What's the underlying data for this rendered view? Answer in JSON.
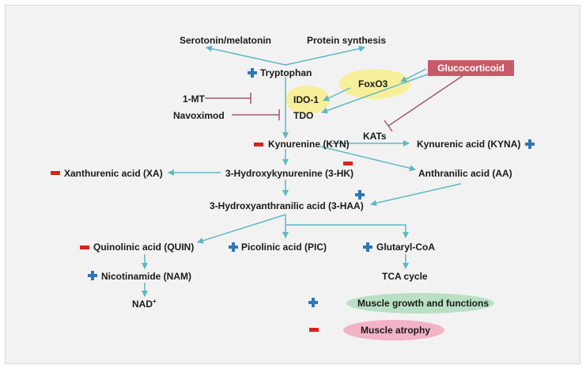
{
  "nodes": {
    "serotonin": "Serotonin/melatonin",
    "protein_synthesis": "Protein synthesis",
    "tryptophan": "Tryptophan",
    "foxo3": "FoxO3",
    "glucocorticoid": "Glucocorticoid",
    "mt1": "1-MT",
    "ido1": "IDO-1",
    "navoximod": "Navoximod",
    "tdo": "TDO",
    "kats": "KATs",
    "kynurenine": "Kynurenine (KYN)",
    "kyna": "Kynurenic acid (KYNA)",
    "xanthurenic": "Xanthurenic acid (XA)",
    "hk3": "3-Hydroxykynurenine (3-HK)",
    "anthranilic": "Anthranilic acid (AA)",
    "haa3": "3-Hydroxyanthranilic acid (3-HAA)",
    "quinolinic": "Quinolinic acid (QUIN)",
    "picolinic": "Picolinic acid (PIC)",
    "glutaryl": "Glutaryl-CoA",
    "nicotinamide": "Nicotinamide (NAM)",
    "tca": "TCA cycle",
    "nad": "NAD",
    "nad_sup": "+"
  },
  "legend": {
    "growth": "Muscle growth and functions",
    "atrophy": "Muscle atrophy"
  },
  "colors": {
    "background": "#f2f2f2",
    "arrow": "#5fb8c4",
    "inhibitor": "#a05a68",
    "plus": "#2e77b8",
    "minus": "#d9231d",
    "yellow_oval": "#f7ef9a",
    "green_oval": "#b9e0c4",
    "pink_oval": "#f2b3c5",
    "glucocorticoid_box": "#c85a68"
  }
}
